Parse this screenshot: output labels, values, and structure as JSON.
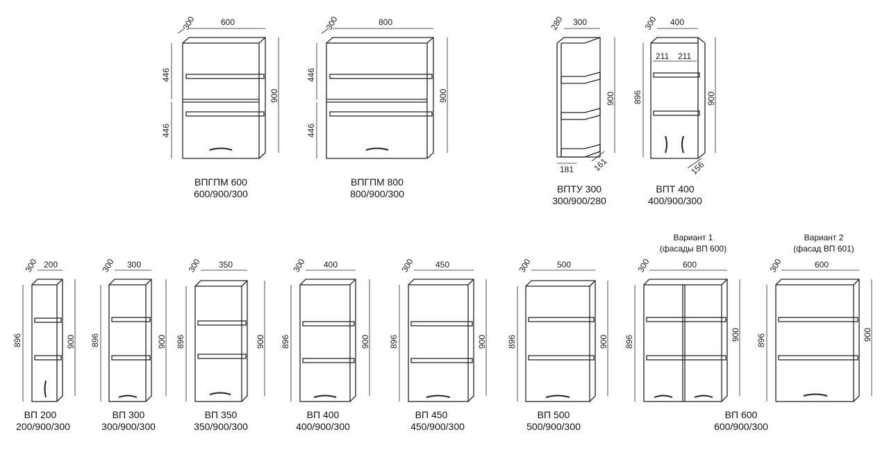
{
  "top_row": [
    {
      "name": "ВПГПМ 600",
      "size": "600/900/300",
      "depth": "300",
      "width": "600",
      "height": "900",
      "section_heights": [
        "446",
        "446"
      ]
    },
    {
      "name": "ВПГПМ 800",
      "size": "800/900/300",
      "depth": "300",
      "width": "800",
      "height": "900",
      "section_heights": [
        "446",
        "446"
      ]
    },
    {
      "name": "ВПТУ 300",
      "size": "300/900/280",
      "depth": "280",
      "width": "300",
      "height": "900",
      "bottom_dims": [
        "181",
        "161"
      ]
    },
    {
      "name": "ВПТ 400",
      "size": "400/900/300",
      "depth": "300",
      "width": "400",
      "height": "900",
      "inner_height": "896",
      "half_widths": [
        "211",
        "211"
      ],
      "bottom_dim": "156"
    }
  ],
  "bottom_row": [
    {
      "name": "ВП 200",
      "size": "200/900/300",
      "depth": "300",
      "width": "200",
      "inner_height": "896",
      "height": "900"
    },
    {
      "name": "ВП 300",
      "size": "300/900/300",
      "depth": "300",
      "width": "300",
      "inner_height": "896",
      "height": "900"
    },
    {
      "name": "ВП 350",
      "size": "350/900/300",
      "depth": "300",
      "width": "350",
      "inner_height": "896",
      "height": "900"
    },
    {
      "name": "ВП 400",
      "size": "400/900/300",
      "depth": "300",
      "width": "400",
      "inner_height": "896",
      "height": "900"
    },
    {
      "name": "ВП 450",
      "size": "450/900/300",
      "depth": "300",
      "width": "450",
      "inner_height": "896",
      "height": "900"
    },
    {
      "name": "ВП 500",
      "size": "500/900/300",
      "depth": "300",
      "width": "500",
      "inner_height": "896",
      "height": "900"
    }
  ],
  "vp600": {
    "name": "ВП 600",
    "size": "600/900/300",
    "variant1": {
      "title": "Вариант 1",
      "subtitle": "(фасады ВП 600)",
      "depth": "300",
      "width": "600",
      "inner_height": "896",
      "height": "900"
    },
    "variant2": {
      "title": "Вариант 2",
      "subtitle": "(фасад ВП 601)",
      "depth": "300",
      "width": "600",
      "inner_height": "896",
      "height": "900"
    }
  }
}
